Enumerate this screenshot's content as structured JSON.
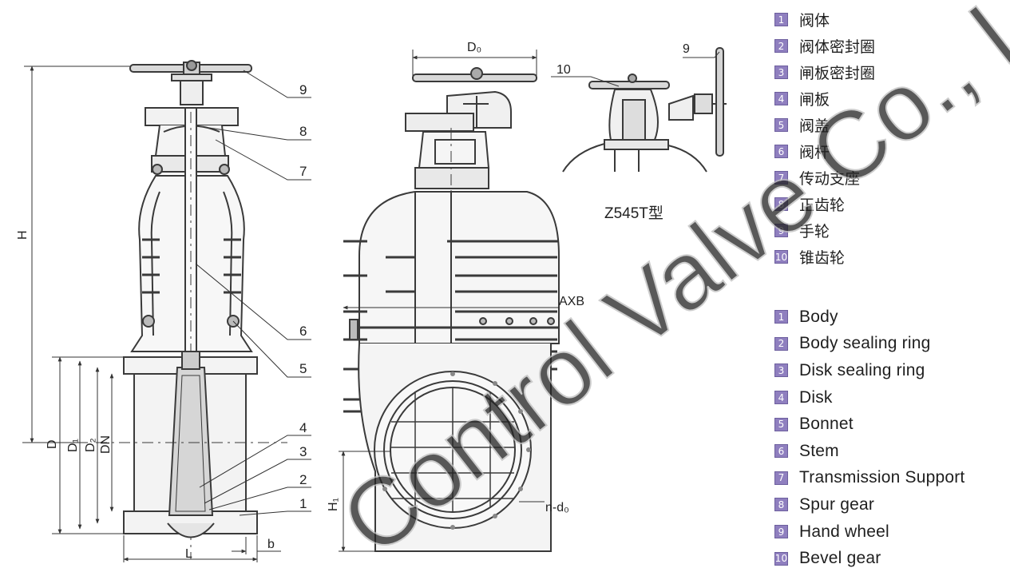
{
  "colors": {
    "line": "#3a3a3a",
    "badge": "#8f7fbf",
    "watermark": "#bdbdbd"
  },
  "legend_cn": [
    {
      "num": "1",
      "label": "阀体"
    },
    {
      "num": "2",
      "label": "阀体密封圈"
    },
    {
      "num": "3",
      "label": "闸板密封圈"
    },
    {
      "num": "4",
      "label": "闸板"
    },
    {
      "num": "5",
      "label": "阀盖"
    },
    {
      "num": "6",
      "label": "阀杆"
    },
    {
      "num": "7",
      "label": "传动支座"
    },
    {
      "num": "8",
      "label": "正齿轮"
    },
    {
      "num": "9",
      "label": "手轮"
    },
    {
      "num": "10",
      "label": "锥齿轮"
    }
  ],
  "legend_en": [
    {
      "num": "1",
      "label": "Body"
    },
    {
      "num": "2",
      "label": "Body sealing ring"
    },
    {
      "num": "3",
      "label": "Disk sealing ring"
    },
    {
      "num": "4",
      "label": "Disk"
    },
    {
      "num": "5",
      "label": "Bonnet"
    },
    {
      "num": "6",
      "label": "Stem"
    },
    {
      "num": "7",
      "label": "Transmission Support"
    },
    {
      "num": "8",
      "label": "Spur gear"
    },
    {
      "num": "9",
      "label": "Hand wheel"
    },
    {
      "num": "10",
      "label": "Bevel gear"
    }
  ],
  "left_view": {
    "dims": {
      "H": "H",
      "D": "D",
      "D1": "D₁",
      "D2": "D₂",
      "DN": "DN",
      "L": "L",
      "b": "b"
    },
    "callouts": [
      "9",
      "8",
      "7",
      "6",
      "5",
      "4",
      "3",
      "2",
      "1"
    ]
  },
  "middle_view": {
    "dims": {
      "D0": "D₀",
      "AXB": "AXB",
      "H1": "H₁",
      "nd0": "n-d₀"
    }
  },
  "detail_view": {
    "callouts": [
      "10",
      "9"
    ],
    "caption": "Z545T型"
  },
  "watermark": "Control Valve Co., Ltd"
}
